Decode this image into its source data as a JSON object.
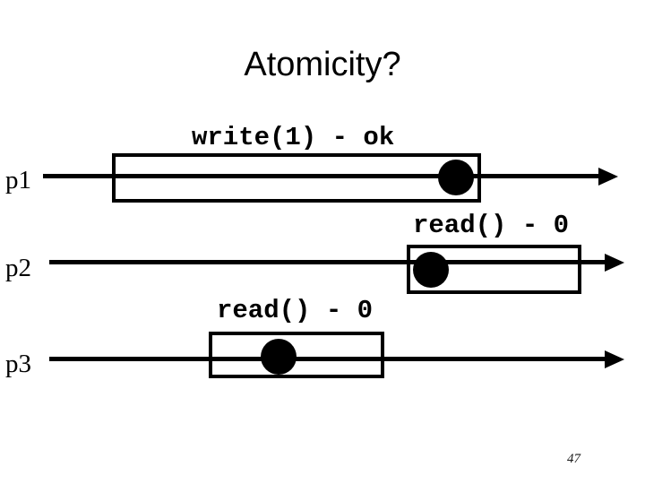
{
  "slide": {
    "title": "Atomicity?",
    "page_number": "47",
    "background_color": "#ffffff",
    "ink_color": "#000000",
    "processes": [
      {
        "name": "p1",
        "operation_label": "write(1) - ok"
      },
      {
        "name": "p2",
        "operation_label": "read() - 0"
      },
      {
        "name": "p3",
        "operation_label": "read() - 0"
      }
    ]
  }
}
